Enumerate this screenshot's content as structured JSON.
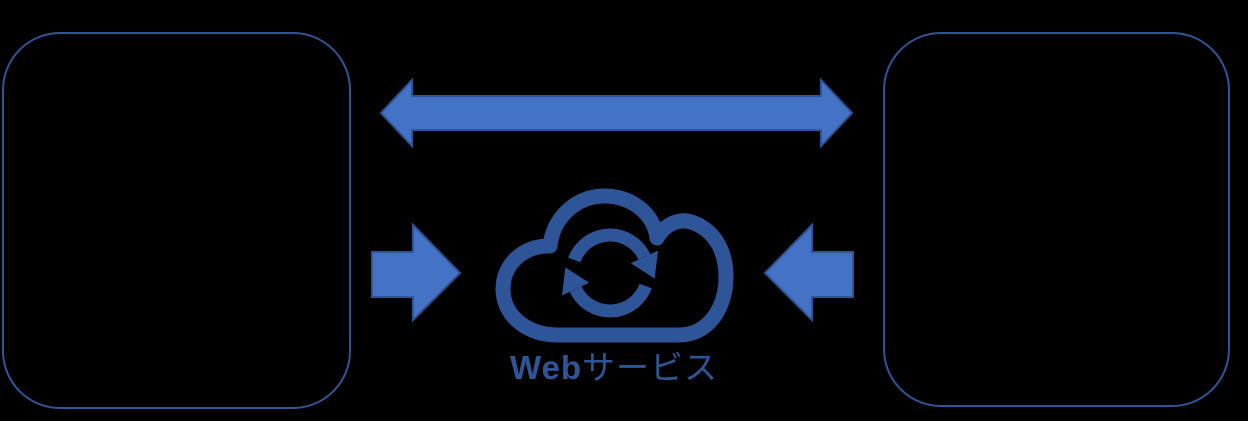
{
  "diagram": {
    "label_latin": "Web",
    "label_kana": "サービス",
    "label_full": "Webサービス",
    "nodes": {
      "left_box": {
        "text": ""
      },
      "right_box": {
        "text": ""
      },
      "cloud": {
        "label": "Webサービス",
        "icon": "cloud-sync-icon"
      }
    },
    "connectors": [
      {
        "name": "double-headed-arrow",
        "direction": "both",
        "between": [
          "left_box",
          "right_box"
        ]
      },
      {
        "name": "left-box-to-cloud-arrow",
        "direction": "right"
      },
      {
        "name": "right-box-to-cloud-arrow",
        "direction": "left"
      }
    ]
  },
  "colors": {
    "background": "#000000",
    "arrow-fill": "#4472C4",
    "outline": "#2E5597",
    "label-text": "#2E5597"
  }
}
